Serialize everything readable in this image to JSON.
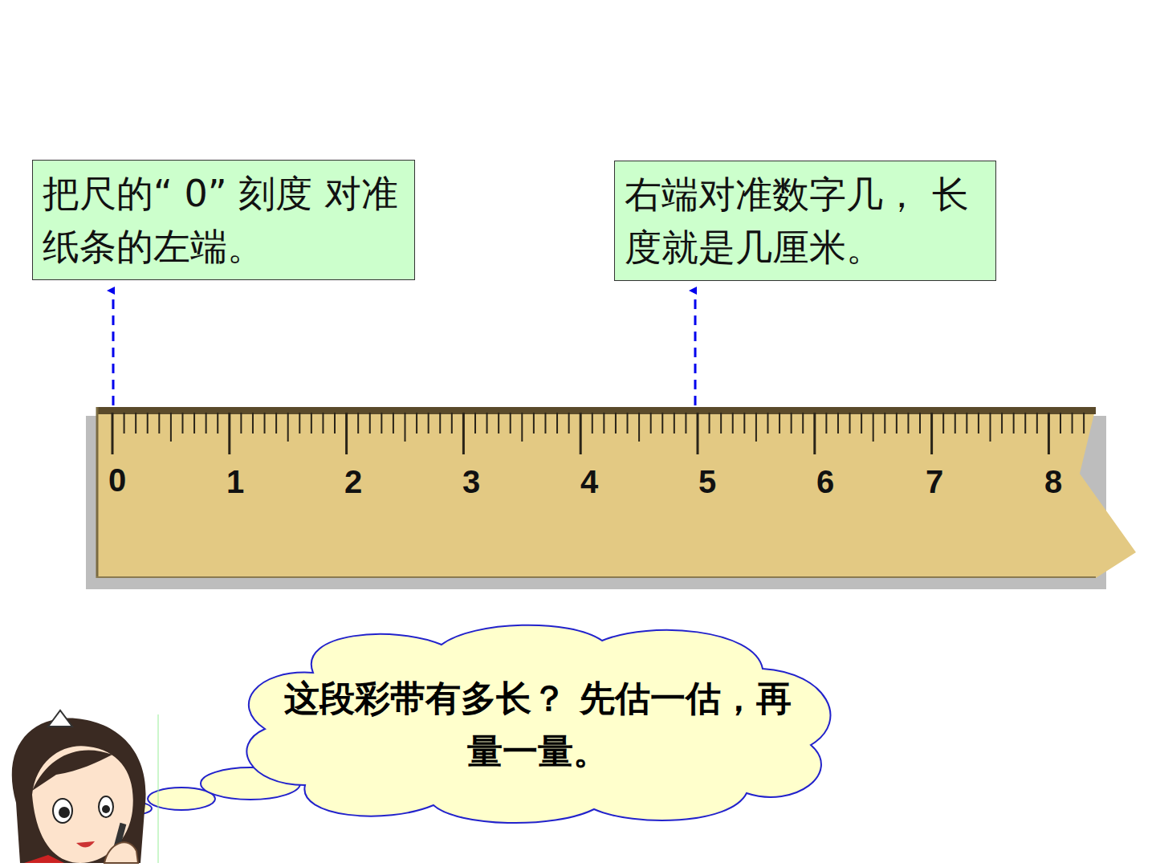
{
  "diagram": {
    "nodes": [
      {
        "text": [
          "把尺的“ 0” 刻度 对准纸条的左端。"
        ]
      },
      {
        "text": [
          "右端对准数字几， 长度就是几厘米。"
        ]
      },
      {
        "text": [
          "这段彩带有多长？ 先估一估，再量一量。"
        ]
      }
    ],
    "labels": [
      "0",
      "1",
      "2",
      "3",
      "4",
      "5",
      "6",
      "7",
      "8"
    ]
  }
}
